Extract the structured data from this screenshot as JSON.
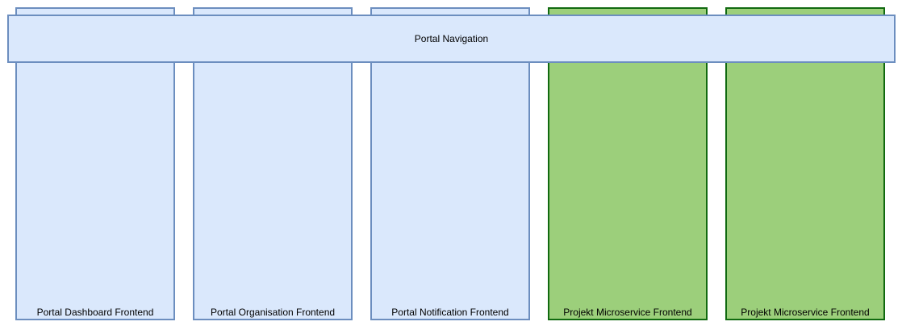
{
  "navigation": {
    "label": "Portal Navigation"
  },
  "frontends": [
    {
      "label": "Portal Dashboard Frontend",
      "kind": "portal"
    },
    {
      "label": "Portal Organisation Frontend",
      "kind": "portal"
    },
    {
      "label": "Portal Notification Frontend",
      "kind": "portal"
    },
    {
      "label": "Projekt Microservice Frontend",
      "kind": "projekt"
    },
    {
      "label": "Projekt Microservice Frontend",
      "kind": "projekt"
    }
  ],
  "colors": {
    "portal_fill": "#dae8fc",
    "portal_stroke": "#6c8ebf",
    "projekt_fill": "#9ccf7b",
    "projekt_stroke": "#116a10"
  }
}
